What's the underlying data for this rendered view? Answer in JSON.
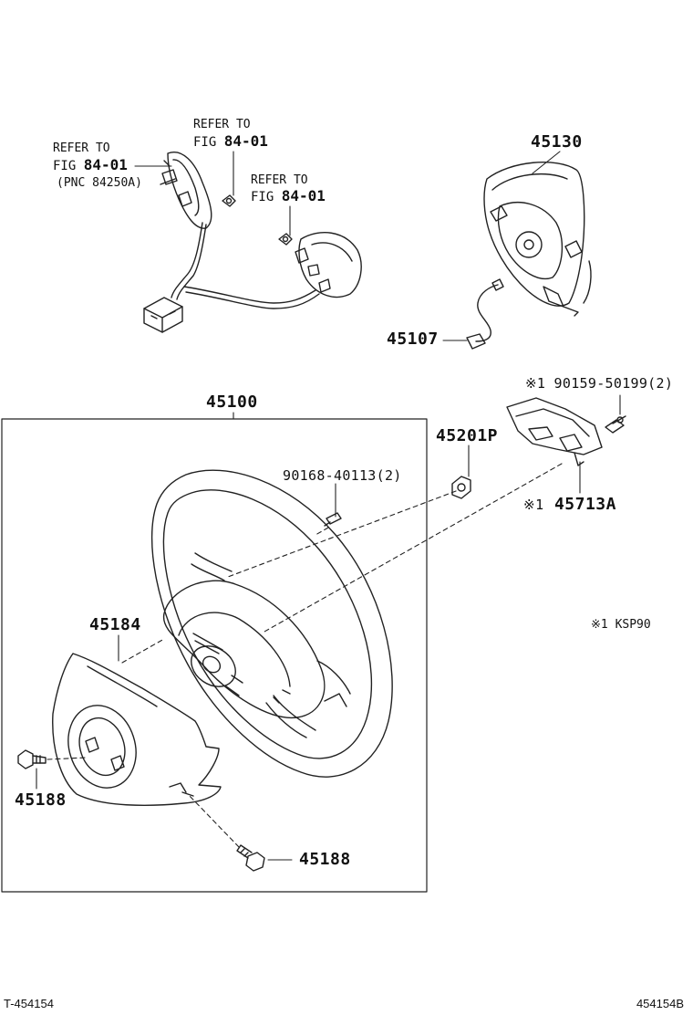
{
  "refer_labels": {
    "left": {
      "line1": "REFER TO",
      "line2_prefix": "FIG",
      "line2_num": "84-01",
      "line3": "(PNC 84250A)"
    },
    "top": {
      "line1": "REFER TO",
      "line2_prefix": "FIG",
      "line2_num": "84-01"
    },
    "right": {
      "line1": "REFER TO",
      "line2_prefix": "FIG",
      "line2_num": "84-01"
    }
  },
  "parts": {
    "airbag": "45130",
    "airbag_connector": "45107",
    "steering_wheel": "45100",
    "nut": "45201P",
    "bolt_small": "90168-40113(2)",
    "bolt_ksp_prefix": "※1",
    "bolt_ksp": "90159-50199(2)",
    "bracket_prefix": "※1",
    "bracket": "45713A",
    "lower_cover": "45184",
    "screw_left": "45188",
    "screw_bottom": "45188"
  },
  "note": {
    "prefix": "※1",
    "text": "KSP90"
  },
  "footer": {
    "left": "T-454154",
    "right": "454154B"
  }
}
